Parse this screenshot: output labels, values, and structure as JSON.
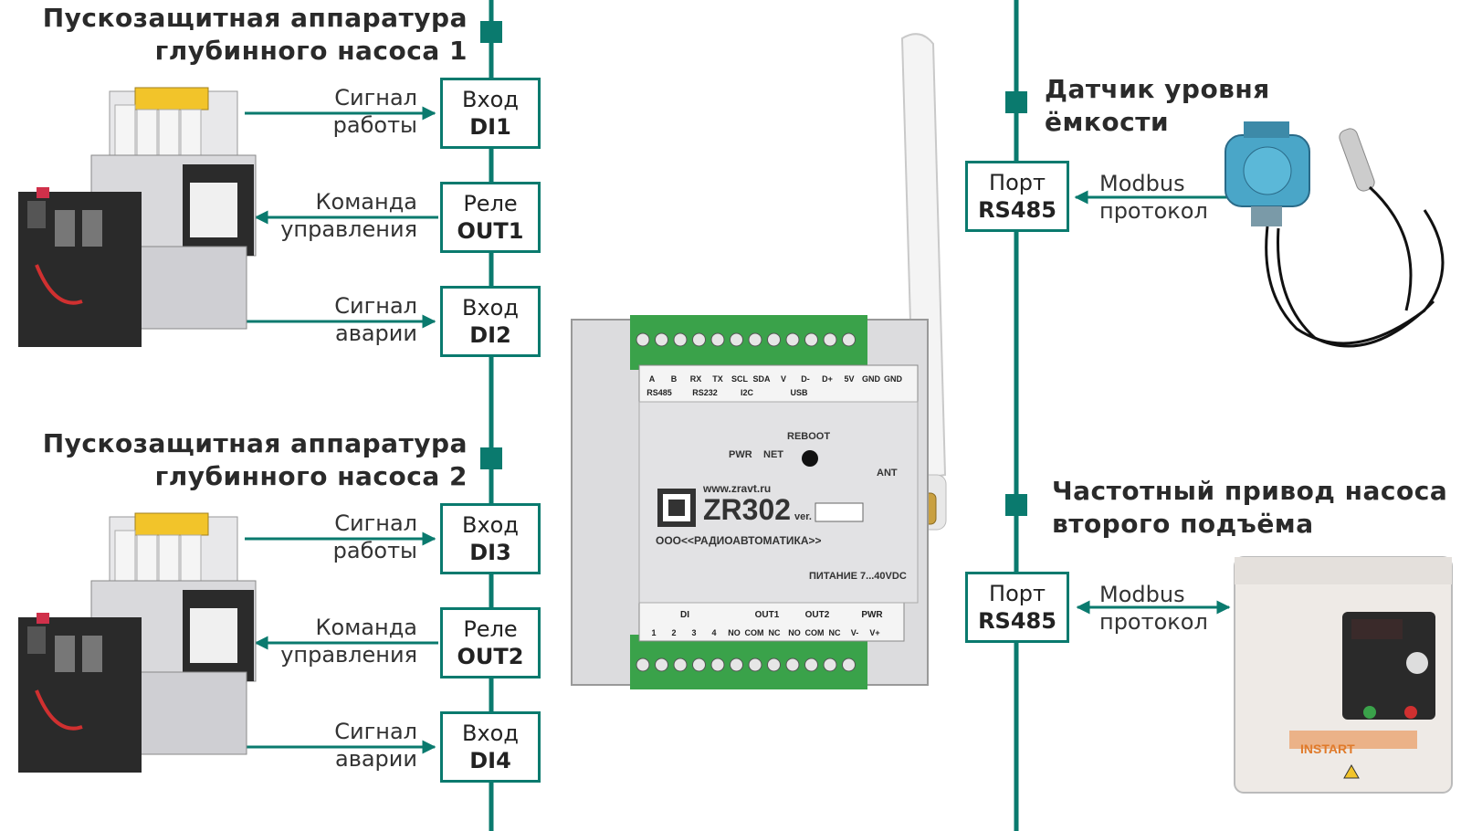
{
  "headings": {
    "pump1": [
      "Пускозащитная аппаратура",
      "глубинного насоса 1"
    ],
    "pump2": [
      "Пускозащитная аппаратура",
      "глубинного насоса 2"
    ],
    "level_sensor": [
      "Датчик уровня",
      "ёмкости"
    ],
    "freq_drive": [
      "Частотный привод насоса",
      "второго подъёма"
    ]
  },
  "left_signals": [
    {
      "label": [
        "Сигнал",
        "работы"
      ],
      "box": [
        "Вход",
        "DI1"
      ],
      "direction": "in"
    },
    {
      "label": [
        "Команда",
        "управления"
      ],
      "box": [
        "Реле",
        "OUT1"
      ],
      "direction": "out"
    },
    {
      "label": [
        "Сигнал",
        "аварии"
      ],
      "box": [
        "Вход",
        "DI2"
      ],
      "direction": "in"
    },
    {
      "label": [
        "Сигнал",
        "работы"
      ],
      "box": [
        "Вход",
        "DI3"
      ],
      "direction": "in"
    },
    {
      "label": [
        "Команда",
        "управления"
      ],
      "box": [
        "Реле",
        "OUT2"
      ],
      "direction": "out"
    },
    {
      "label": [
        "Сигнал",
        "аварии"
      ],
      "box": [
        "Вход",
        "DI4"
      ],
      "direction": "in"
    }
  ],
  "right_signals": [
    {
      "label": [
        "Modbus",
        "протокол"
      ],
      "box": [
        "Порт",
        "RS485"
      ],
      "direction": "in"
    },
    {
      "label": [
        "Modbus",
        "протокол"
      ],
      "box": [
        "Порт",
        "RS485"
      ],
      "direction": "both"
    }
  ],
  "device": {
    "model": "ZR302",
    "site": "www.zravt.ru",
    "maker": "ООО<<РАДИОАВТОМАТИКА>>",
    "power": "ПИТАНИЕ 7...40VDC",
    "pwr": "PWR",
    "net": "NET",
    "reboot": "REBOOT",
    "ant": "ANT",
    "ver": "ver.",
    "top_pins": [
      "A",
      "B",
      "RX",
      "TX",
      "SCL",
      "SDA",
      "V",
      "D-",
      "D+",
      "5V",
      "GND",
      "GND"
    ],
    "top_groups": [
      "RS485",
      "RS232",
      "I2C",
      "USB"
    ],
    "bottom_pins": [
      "1",
      "2",
      "3",
      "4",
      "NO",
      "COM",
      "NC",
      "NO",
      "COM",
      "NC",
      "V-",
      "V+"
    ],
    "bottom_groups": [
      "DI",
      "OUT1",
      "OUT2",
      "PWR"
    ]
  },
  "drive_brand": "INSTART",
  "colors": {
    "line": "#0a7a6e",
    "terminal": "#3aa24a",
    "text": "#2a2a2a"
  }
}
